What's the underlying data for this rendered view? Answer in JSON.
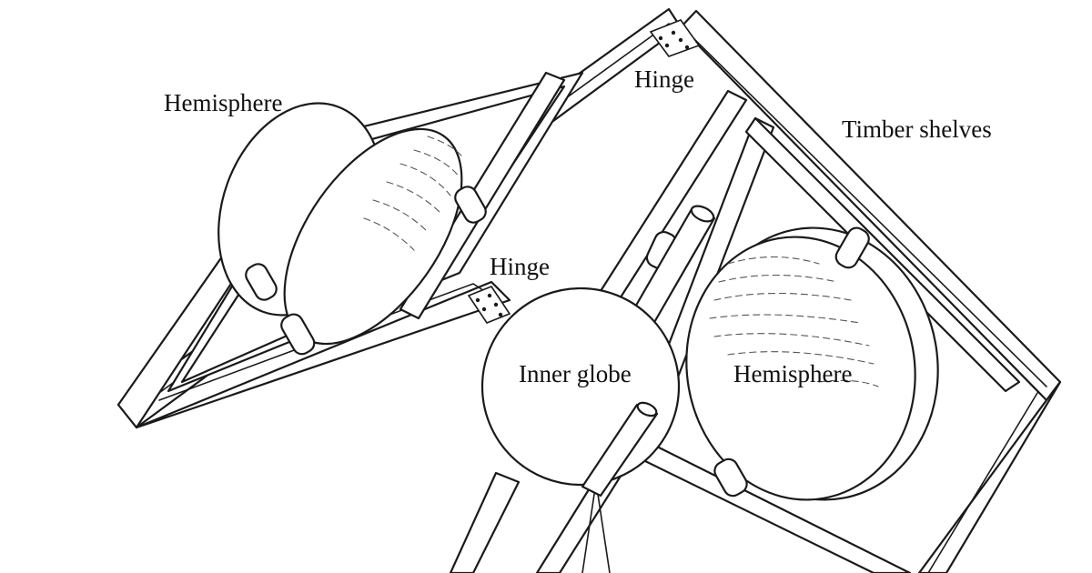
{
  "labels": {
    "hemisphere_left": "Hemisphere",
    "hinge_top": "Hinge",
    "timber_shelves": "Timber shelves",
    "hinge_middle": "Hinge",
    "inner_globe": "Inner globe",
    "hemisphere_right": "Hemisphere"
  },
  "colors": {
    "ink": "#1a1a1a",
    "background": "#ffffff"
  }
}
